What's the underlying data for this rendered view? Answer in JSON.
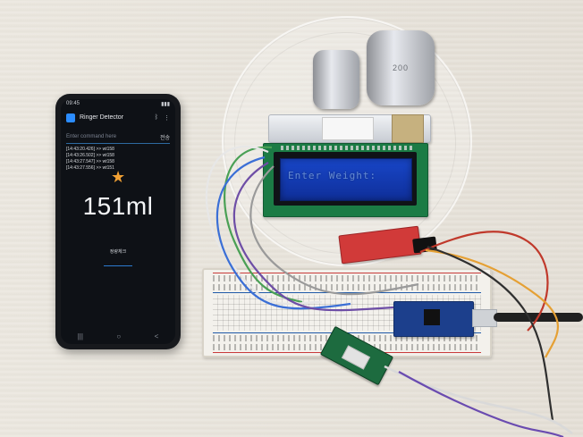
{
  "phone": {
    "status_time": "09:45",
    "app_title": "Ringer Detector",
    "app_subtitle": "",
    "command_placeholder": "Enter command here",
    "send_label": "전송",
    "log_lines": [
      "[14:43:20.426] >> wt158",
      "[14:43:26.502] >> wt158",
      "[14:43:27.547] >> wt158",
      "[14:43:27.556] >> wt151"
    ],
    "reading": "151ml",
    "button_label": "정량체크",
    "nav_items": [
      "|||",
      "○",
      "<"
    ]
  },
  "lcd": {
    "text": "Enter Weight:"
  },
  "weights": {
    "left_label": "",
    "right_label": "200"
  },
  "colors": {
    "lcd_blue": "#1846c8",
    "phone_bg": "#0e1116",
    "accent_orange": "#f2a134",
    "pcb_green": "#1b7b45",
    "hx711_red": "#d13a39",
    "nano_blue": "#1c3f8c"
  }
}
